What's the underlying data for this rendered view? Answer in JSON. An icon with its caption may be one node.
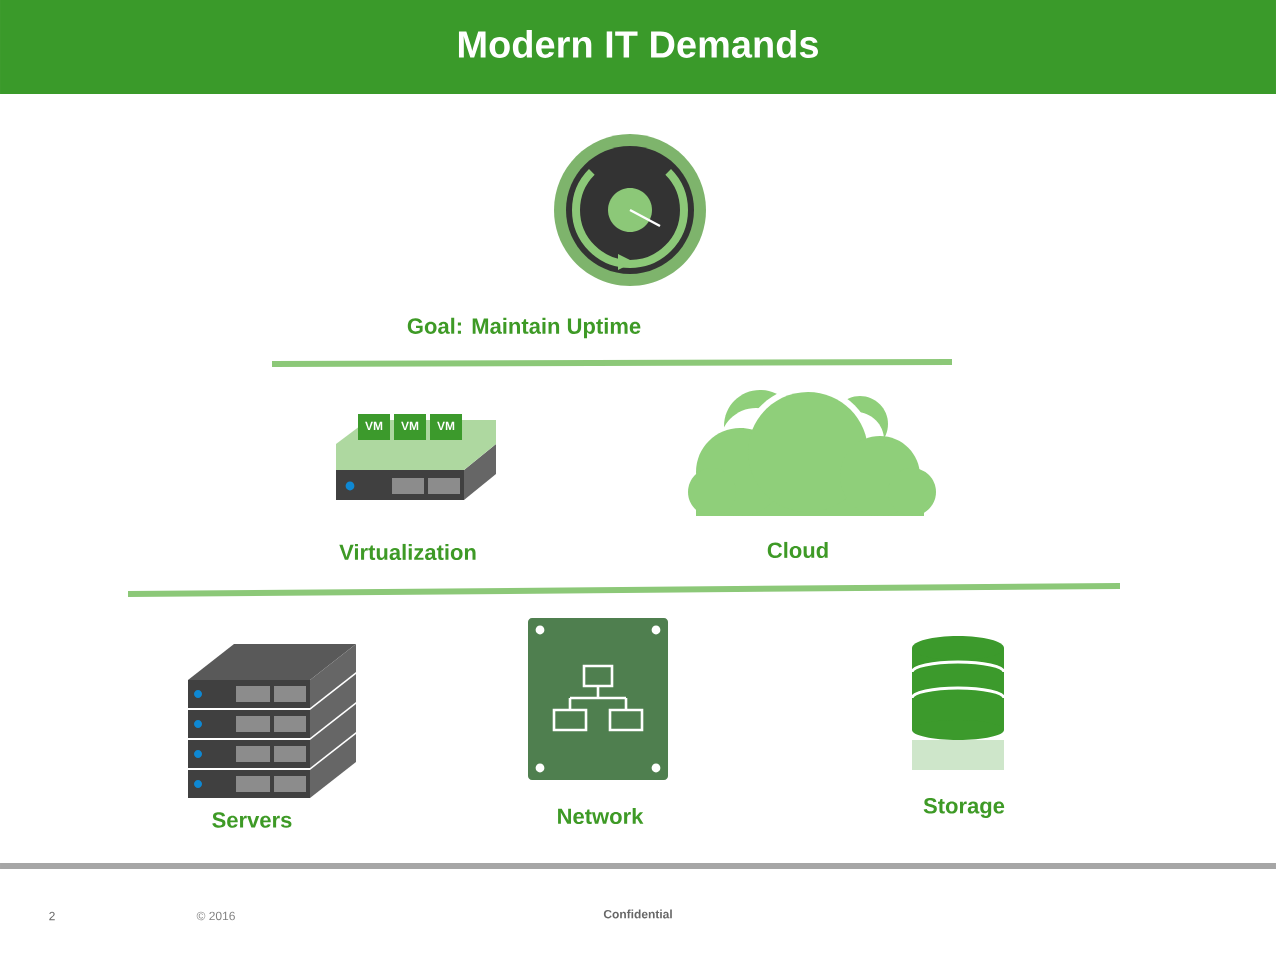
{
  "diagram": {
    "title": "Modern IT Demands",
    "labels": [
      "Goal: Maintain Uptime",
      "VM",
      "VM",
      "VM",
      "Virtualization",
      "Cloud",
      "Servers",
      "Network",
      "Storage",
      "2",
      "© 2016",
      "Confidential"
    ]
  }
}
